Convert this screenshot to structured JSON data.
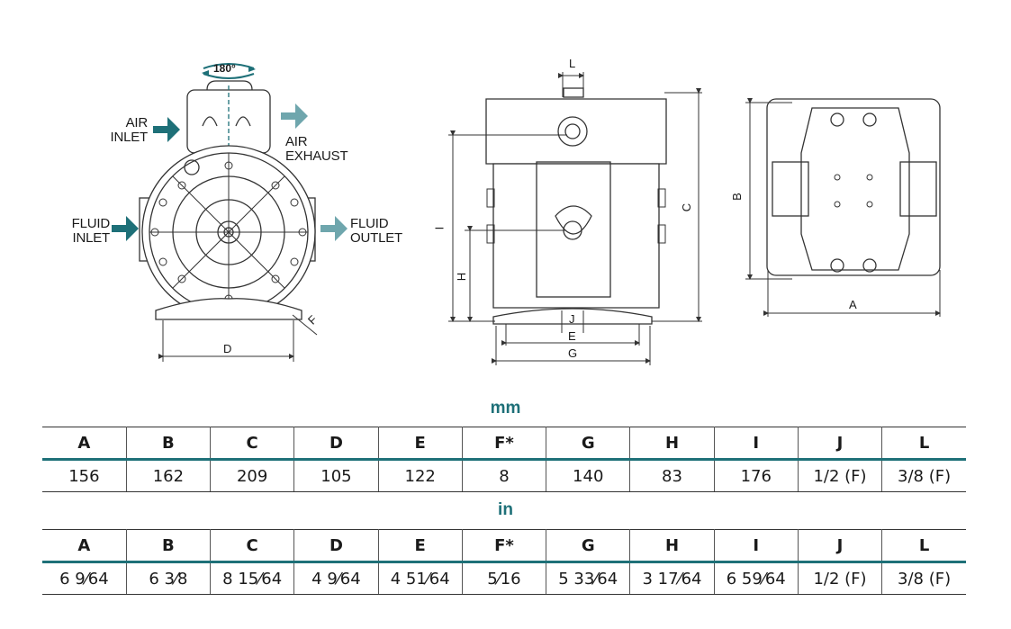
{
  "diagram": {
    "flow_labels": {
      "air_inlet": "AIR\nINLET",
      "air_exhaust": "AIR\nEXHAUST",
      "fluid_inlet": "FLUID\nINLET",
      "fluid_outlet": "FLUID\nOUTLET"
    },
    "rotation": "180°",
    "dimension_letters": {
      "D": "D",
      "F": "F",
      "L": "L",
      "I": "I",
      "H": "H",
      "C": "C",
      "J": "J",
      "E": "E",
      "G": "G",
      "B": "B",
      "A": "A"
    },
    "colors": {
      "accent": "#1e7078",
      "arrow_dark": "#1e7078",
      "arrow_light": "#6fa6ad",
      "line": "#333333"
    }
  },
  "tables": [
    {
      "unit": "mm",
      "headers": [
        "A",
        "B",
        "C",
        "D",
        "E",
        "F*",
        "G",
        "H",
        "I",
        "J",
        "L"
      ],
      "values": [
        "156",
        "162",
        "209",
        "105",
        "122",
        "8",
        "140",
        "83",
        "176",
        "1/2 (F)",
        "3/8 (F)"
      ]
    },
    {
      "unit": "in",
      "headers": [
        "A",
        "B",
        "C",
        "D",
        "E",
        "F*",
        "G",
        "H",
        "I",
        "J",
        "L"
      ],
      "values": [
        "6 9⁄64",
        "6 3⁄8",
        "8 15⁄64",
        "4 9⁄64",
        "4 51⁄64",
        "5⁄16",
        "5 33⁄64",
        "3 17⁄64",
        "6 59⁄64",
        "1/2 (F)",
        "3/8 (F)"
      ]
    }
  ]
}
